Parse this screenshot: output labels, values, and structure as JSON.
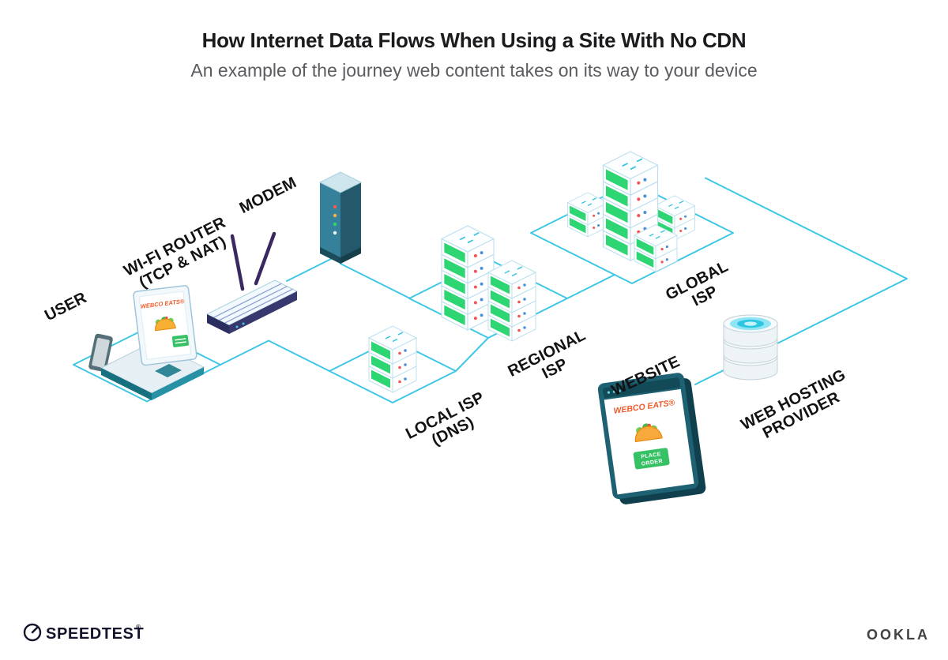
{
  "header": {
    "title": "How Internet Data Flows When Using a Site With No CDN",
    "subtitle": "An example of the journey web content takes on its way to your device"
  },
  "labels": {
    "user": "USER",
    "wifi_router_1": "WI-FI ROUTER",
    "wifi_router_2": "(TCP & NAT)",
    "modem": "MODEM",
    "local_isp_1": "LOCAL ISP",
    "local_isp_2": "(DNS)",
    "regional_isp_1": "REGIONAL",
    "regional_isp_2": "ISP",
    "global_isp_1": "GLOBAL",
    "global_isp_2": "ISP",
    "website": "WEBSITE",
    "web_hosting_1": "WEB HOSTING",
    "web_hosting_2": "PROVIDER"
  },
  "laptop_screen": {
    "brand": "WEBCO EATS®"
  },
  "website_screen": {
    "brand": "WEBCO EATS®",
    "button_line1": "PLACE",
    "button_line2": "ORDER"
  },
  "footer": {
    "speedtest": "SPEEDTEST",
    "speedtest_mark": "®",
    "ookla": "OOKLA"
  },
  "colors": {
    "connection_line": "#41c7e6",
    "server_green": "#2ed573",
    "brand_orange": "#f05a28",
    "button_green": "#35c164",
    "modem_teal": "#35809a",
    "router_navy": "#2b2d5e",
    "title_text": "#1b1b1e",
    "subtitle_text": "#5b5b60",
    "label_text": "#121212",
    "speedtest_navy": "#13132b"
  }
}
